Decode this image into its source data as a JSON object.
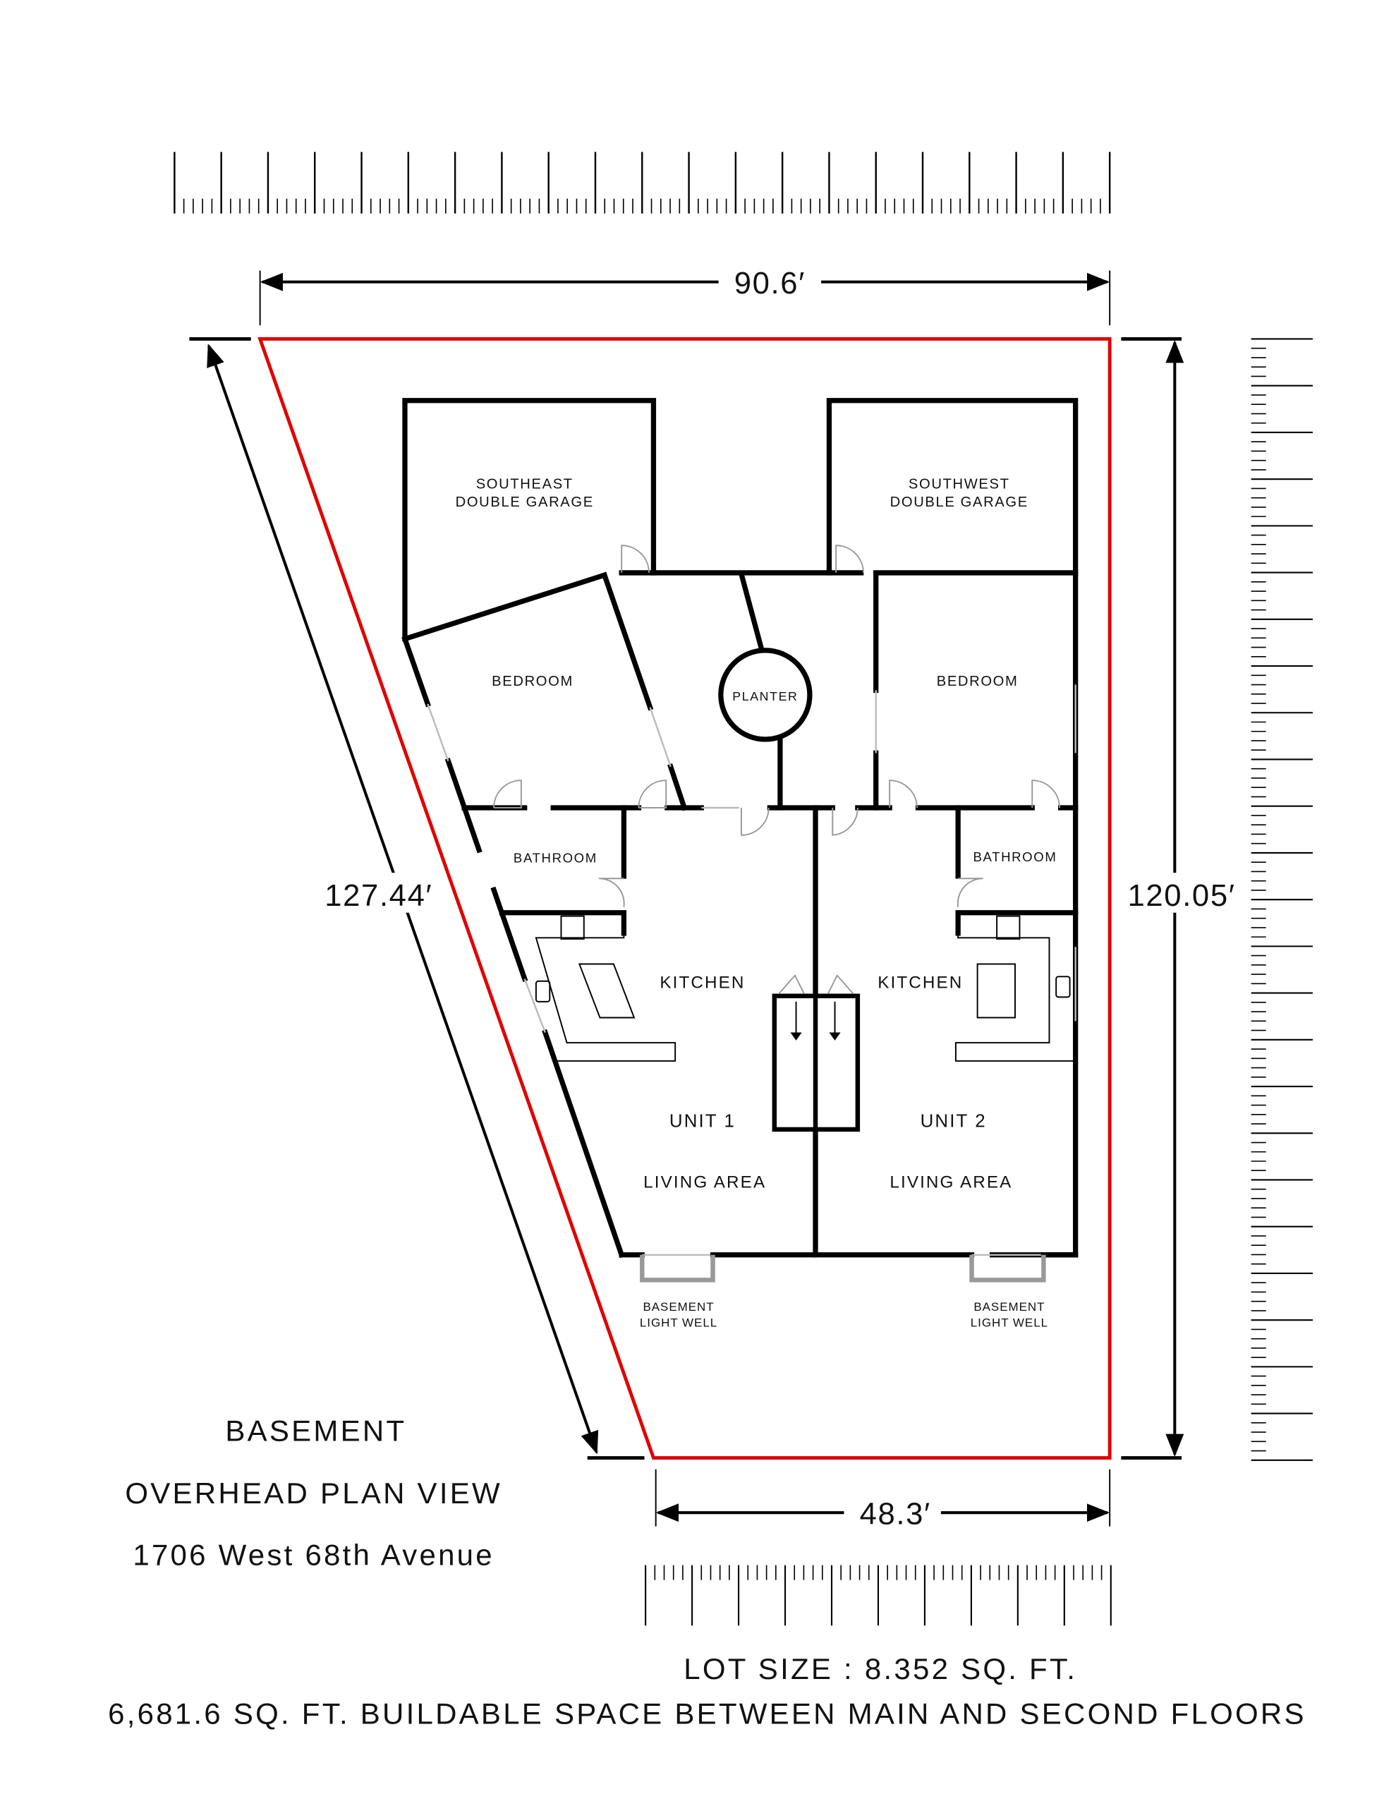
{
  "colors": {
    "lot_line": "#e00000",
    "walls": "#000000",
    "light_well": "#999999"
  },
  "dimensions": {
    "top": "90.6′",
    "left": "127.44′",
    "right": "120.05′",
    "bottom": "48.3′"
  },
  "rooms": {
    "se_garage": [
      "SOUTHEAST",
      "DOUBLE GARAGE"
    ],
    "sw_garage": [
      "SOUTHWEST",
      "DOUBLE GARAGE"
    ],
    "bedroom_left": "BEDROOM",
    "bedroom_right": "BEDROOM",
    "planter": "PLANTER",
    "bathroom_left": "BATHROOM",
    "bathroom_right": "BATHROOM",
    "kitchen_left": "KITCHEN",
    "kitchen_right": "KITCHEN",
    "unit1": "UNIT 1",
    "unit2": "UNIT 2",
    "living_left": "LIVING AREA",
    "living_right": "LIVING AREA",
    "light_well_left": [
      "BASEMENT",
      "LIGHT WELL"
    ],
    "light_well_right": [
      "BASEMENT",
      "LIGHT WELL"
    ]
  },
  "title": {
    "line1": "BASEMENT",
    "line2": "OVERHEAD PLAN VIEW",
    "line3": "1706 West 68th Avenue"
  },
  "footer": {
    "lot_size": "LOT SIZE : 8.352 SQ. FT.",
    "buildable": "6,681.6 SQ. FT. BUILDABLE SPACE BETWEEN MAIN AND SECOND FLOORS"
  }
}
